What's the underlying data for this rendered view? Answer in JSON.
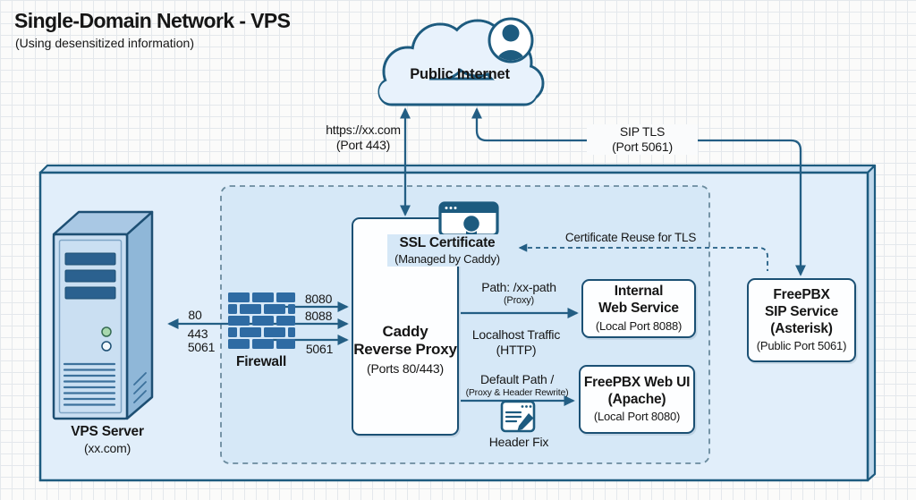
{
  "title": "Single-Domain Network - VPS",
  "subtitle": "(Using desensitized information)",
  "cloud": {
    "label": "Public Internet"
  },
  "nodes": {
    "vps_server": {
      "name": "VPS Server",
      "sub": "(xx.com)"
    },
    "firewall": {
      "name": "Firewall"
    },
    "caddy": {
      "name1": "Caddy",
      "name2": "Reverse Proxy",
      "sub": "(Ports 80/443)"
    },
    "ssl_cert": {
      "name": "SSL Certificate",
      "sub": "(Managed by Caddy)"
    },
    "internal_ws": {
      "name1": "Internal",
      "name2": "Web Service",
      "sub": "(Local Port 8088)"
    },
    "freepbx_web": {
      "name1": "FreePBX Web UI",
      "name2": "(Apache)",
      "sub": "(Local Port 8080)"
    },
    "freepbx_sip": {
      "name1": "FreePBX",
      "name2": "SIP Service",
      "name3": "(Asterisk)",
      "sub": "(Public Port 5061)"
    }
  },
  "edges": {
    "https": {
      "line1": "https://xx.com",
      "line2": "(Port 443)"
    },
    "sip_tls": {
      "line1": "SIP TLS",
      "line2": "(Port 5061)"
    },
    "cert_reuse": "Certificate Reuse for TLS",
    "inbound_ports": {
      "p1": "80",
      "p2": "443",
      "p3": "5061"
    },
    "forward_ports": {
      "p1": "8080",
      "p2": "8088",
      "p3": "5061"
    },
    "path_route": {
      "line1": "Path: /xx-path",
      "line2": "(Proxy)"
    },
    "localhost": {
      "line1": "Localhost Traffic",
      "line2": "(HTTP)"
    },
    "default_route": {
      "line1": "Default Path /",
      "line2": "(Proxy & Header Rewrite)"
    },
    "header_fix": "Header Fix"
  },
  "colors": {
    "line": "#235e84",
    "node_border": "#1b5074",
    "node_fill": "#fdfeff",
    "outer_fill": "#e1eefa",
    "inner_fill": "#d6e8f7",
    "brick": "#2e6ba3",
    "cloud_fill": "#e8f2fc",
    "icon": "#1d5b7f",
    "text": "#161616"
  }
}
